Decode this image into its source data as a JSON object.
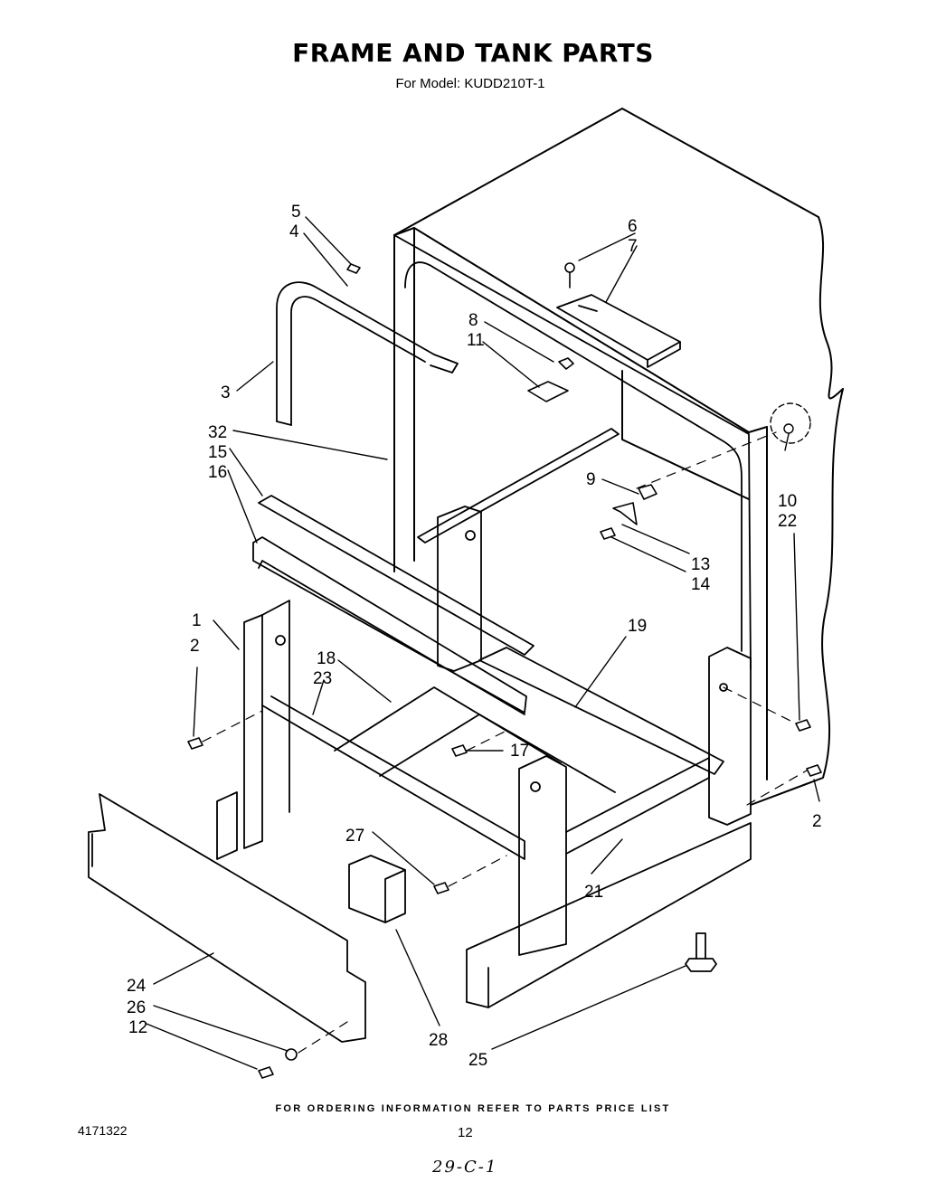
{
  "header": {
    "title": "FRAME AND TANK PARTS",
    "subtitle": "For Model: KUDD210T-1"
  },
  "callouts": {
    "c1": "1",
    "c2a": "2",
    "c2b": "2",
    "c3": "3",
    "c4": "4",
    "c5": "5",
    "c6": "6",
    "c7": "7",
    "c8": "8",
    "c9": "9",
    "c10": "10",
    "c11": "11",
    "c12": "12",
    "c13": "13",
    "c14": "14",
    "c15": "15",
    "c16": "16",
    "c17": "17",
    "c18": "18",
    "c19": "19",
    "c21": "21",
    "c22": "22",
    "c23": "23",
    "c24": "24",
    "c25": "25",
    "c26": "26",
    "c27": "27",
    "c28": "28",
    "c32": "32"
  },
  "footer": {
    "ordering_note": "FOR ORDERING INFORMATION REFER TO PARTS PRICE LIST",
    "doc_number": "4171322",
    "page_number": "12",
    "handwritten_note": "29-C-1"
  }
}
